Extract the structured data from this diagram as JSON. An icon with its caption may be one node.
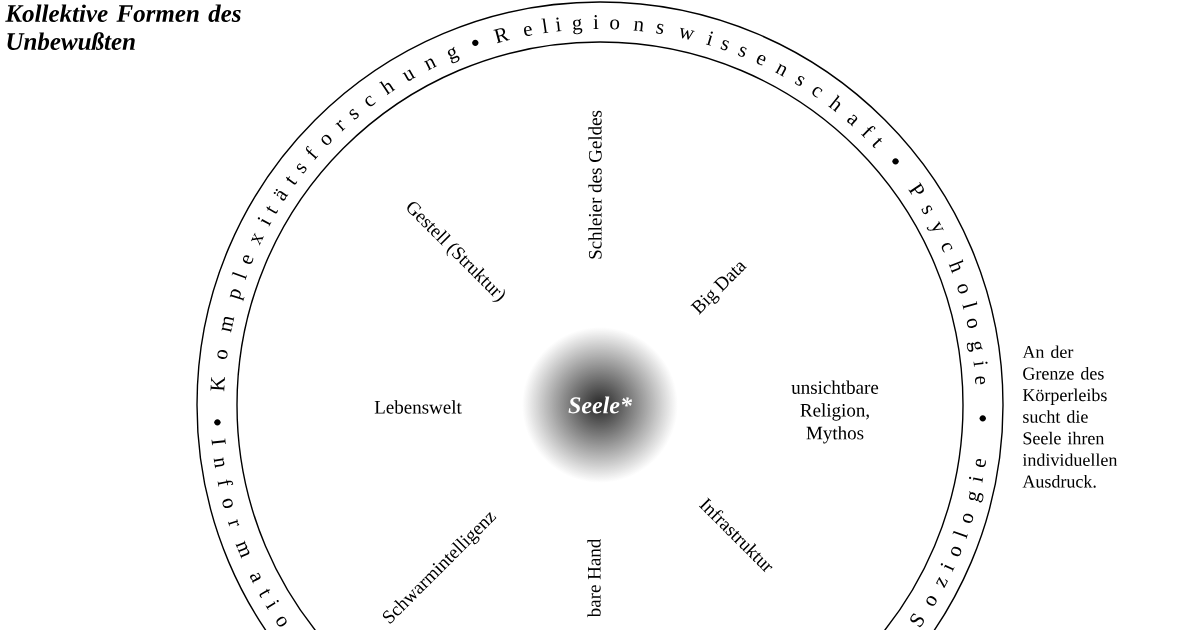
{
  "diagram": {
    "title": "Kollektive Formen des Unbewußten",
    "nodes": [
      {
        "text": [
          "Seele*"
        ]
      }
    ],
    "edges": [],
    "labels": [
      "Komplexitätsforschung",
      "Religionswissenschaft",
      "Psychologie",
      "Soziologie",
      "Informatio",
      "Schleier des Geldes",
      "Gestell (Struktur)",
      "Big Data",
      "Lebenswelt",
      "unsichtbare Religion, Mythos",
      "Schwarmintelligenz",
      "bare Hand",
      "Infrastruktur",
      "An der Grenze des Körperleibs sucht die Seele ihren individuellen Ausdruck."
    ]
  }
}
